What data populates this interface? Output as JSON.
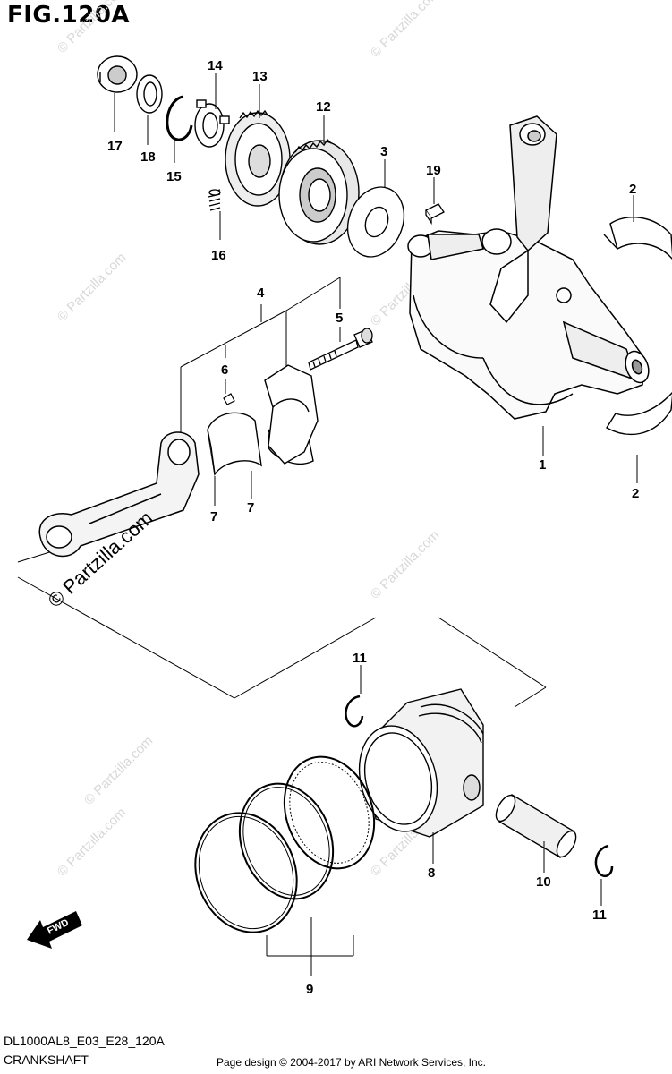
{
  "figure": {
    "title": "FIG.120A",
    "model_code": "DL1000AL8_E03_E28_120A",
    "section_name": "CRANKSHAFT",
    "copyright": "Page design © 2004-2017 by ARI Network Services, Inc.",
    "fwd_label": "FWD"
  },
  "watermark": {
    "text": "© Partzilla.com"
  },
  "callouts": [
    {
      "id": "c17",
      "label": "17"
    },
    {
      "id": "c18",
      "label": "18"
    },
    {
      "id": "c15",
      "label": "15"
    },
    {
      "id": "c14",
      "label": "14"
    },
    {
      "id": "c16",
      "label": "16"
    },
    {
      "id": "c13",
      "label": "13"
    },
    {
      "id": "c12",
      "label": "12"
    },
    {
      "id": "c3",
      "label": "3"
    },
    {
      "id": "c19",
      "label": "19"
    },
    {
      "id": "c2a",
      "label": "2"
    },
    {
      "id": "c2b",
      "label": "2"
    },
    {
      "id": "c1",
      "label": "1"
    },
    {
      "id": "c4",
      "label": "4"
    },
    {
      "id": "c5",
      "label": "5"
    },
    {
      "id": "c6",
      "label": "6"
    },
    {
      "id": "c7a",
      "label": "7"
    },
    {
      "id": "c7b",
      "label": "7"
    },
    {
      "id": "c11a",
      "label": "11"
    },
    {
      "id": "c11b",
      "label": "11"
    },
    {
      "id": "c8",
      "label": "8"
    },
    {
      "id": "c10",
      "label": "10"
    },
    {
      "id": "c9",
      "label": "9"
    }
  ]
}
